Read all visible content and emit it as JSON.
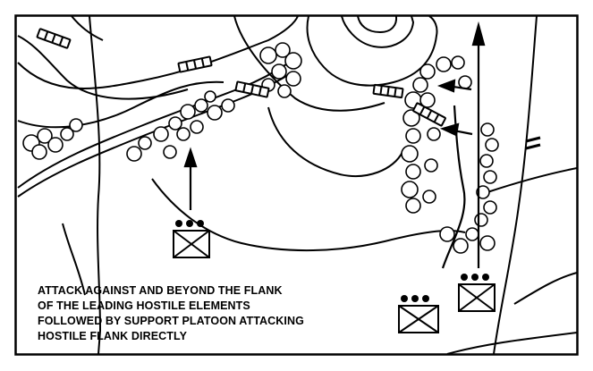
{
  "caption": {
    "lines": [
      "ATTACK AGAINST AND BEYOND THE FLANK",
      "OF THE LEADING HOSTILE ELEMENTS",
      "FOLLOWED BY SUPPORT PLATOON ATTACKING",
      "HOSTILE FLANK DIRECTLY"
    ]
  },
  "symbols": {
    "friendly_unit": "infantry-platoon-symbol",
    "hostile_position": "hostile-trench-symbol",
    "arrow": "direction-of-attack-arrow"
  },
  "colors": {
    "ink": "#000000",
    "paper": "#ffffff"
  }
}
